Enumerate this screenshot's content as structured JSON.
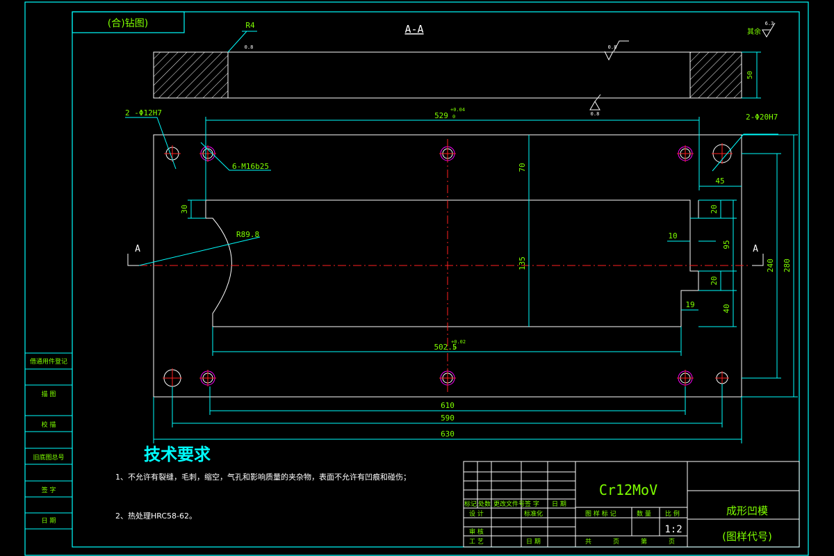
{
  "drawing": {
    "corner_label": "(合)钻图)",
    "section_title": "A-A",
    "section_mark_left": "A",
    "section_mark_right": "A",
    "radius_label_top": "R4",
    "rough_top_left": "0.8",
    "rough_top_mid": "0.8",
    "rough_bottom_mid": "0.8",
    "rough_rest_label": "其余",
    "rough_rest_value": "6.3",
    "height_50": "50"
  },
  "dimensions": {
    "hole_left_label": "2 -Φ12H7",
    "hole_right_label": "2-Φ20H7",
    "thread_label": "6-M16b25",
    "top_span": "529",
    "top_span_tol_up": "+0.04",
    "top_span_tol_low": "0",
    "radius_label": "R89.8",
    "bottom_inner": "502.5",
    "bottom_inner_tol_up": "+0.02",
    "bottom_inner_tol_low": "0",
    "d70": "70",
    "d135": "135",
    "d30": "30",
    "d45": "45",
    "d20a": "20",
    "d10": "10",
    "d95": "95",
    "d20b": "20",
    "d19": "19",
    "d40": "40",
    "d240": "240",
    "d280": "280",
    "d610": "610",
    "d590": "590",
    "d630": "630"
  },
  "tech": {
    "title": "技术要求",
    "req1": "1、不允许有裂缝，毛刺，缩空，气孔和影响质量的夹杂物，表面不允许有凹痕和碰伤；",
    "req2": "2、热处理HRC58-62。"
  },
  "left_strip": {
    "items": [
      "借通用件登记",
      "描 图",
      "校 描",
      "旧底图总号",
      "签 字",
      "日 期"
    ]
  },
  "title_block": {
    "material": "Cr12MoV",
    "part_name": "成形凹模",
    "drawing_code": "(图样代号)",
    "scale": "1:2",
    "scale_label": "比 例",
    "weight_label": "数 量",
    "mark_label": "图 样 标 记",
    "rev_headers": [
      "标记",
      "处数",
      "更改文件号",
      "签 字",
      "日 期"
    ],
    "design": "设 计",
    "standard": "标准化",
    "review": "审 核",
    "process": "工 艺",
    "date": "日 期",
    "total": "共",
    "page": "页",
    "sheet": "第",
    "page2": "页"
  },
  "colors": {
    "frame": "#ffffff",
    "dim": "#00ffff",
    "dimtext": "#7fff00",
    "center": "#ff2020",
    "thread": "#ff00ff",
    "cyan": "#00ffff"
  }
}
